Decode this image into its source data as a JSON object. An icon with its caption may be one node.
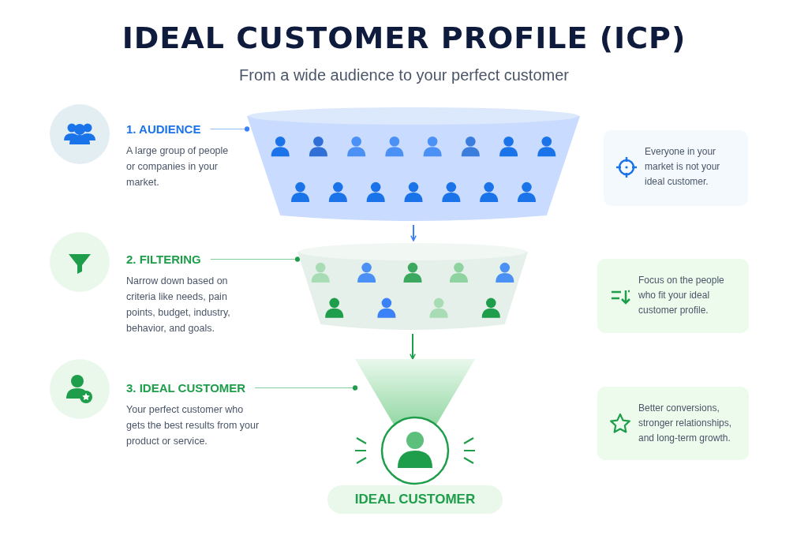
{
  "diagram": {
    "title": "IDEAL CUSTOMER PROFILE (ICP)",
    "nodes": [
      {
        "text": [
          "1. AUDIENCE",
          "A large group of people or companies in your market."
        ]
      },
      {
        "text": [],
        "shape": "picture"
      },
      {
        "text": [
          "Everyone in your market is not your ideal customer."
        ]
      },
      {
        "text": [
          "2. FILTERING",
          "Narrow down based on criteria like needs, pain points, budget, industry, behavior, and goals."
        ]
      },
      {
        "text": [],
        "shape": "picture"
      },
      {
        "text": [
          "Focus on the people who fit your ideal customer profile."
        ]
      },
      {
        "text": [
          "3. IDEAL CUSTOMER",
          "Your perfect customer who gets the best results from your product or service."
        ]
      },
      {
        "text": [],
        "shape": "picture"
      },
      {
        "text": [
          "Better conversions, stronger relationships, and long-term growth."
        ]
      },
      {
        "text": [
          "IDEAL CUSTOMER"
        ]
      }
    ],
    "edges": [
      {
        "from": 0,
        "to": 1,
        "arrow": "other",
        "color": "#3b82f6"
      },
      {
        "from": 1,
        "to": 4,
        "arrow": "to",
        "color": "#3b82f6"
      },
      {
        "from": 3,
        "to": 4,
        "arrow": "other"
      },
      {
        "from": 4,
        "to": 7,
        "arrow": "to"
      },
      {
        "from": 6,
        "to": 7,
        "arrow": "other"
      }
    ],
    "labels": [
      "From a wide audience to your perfect customer"
    ]
  }
}
